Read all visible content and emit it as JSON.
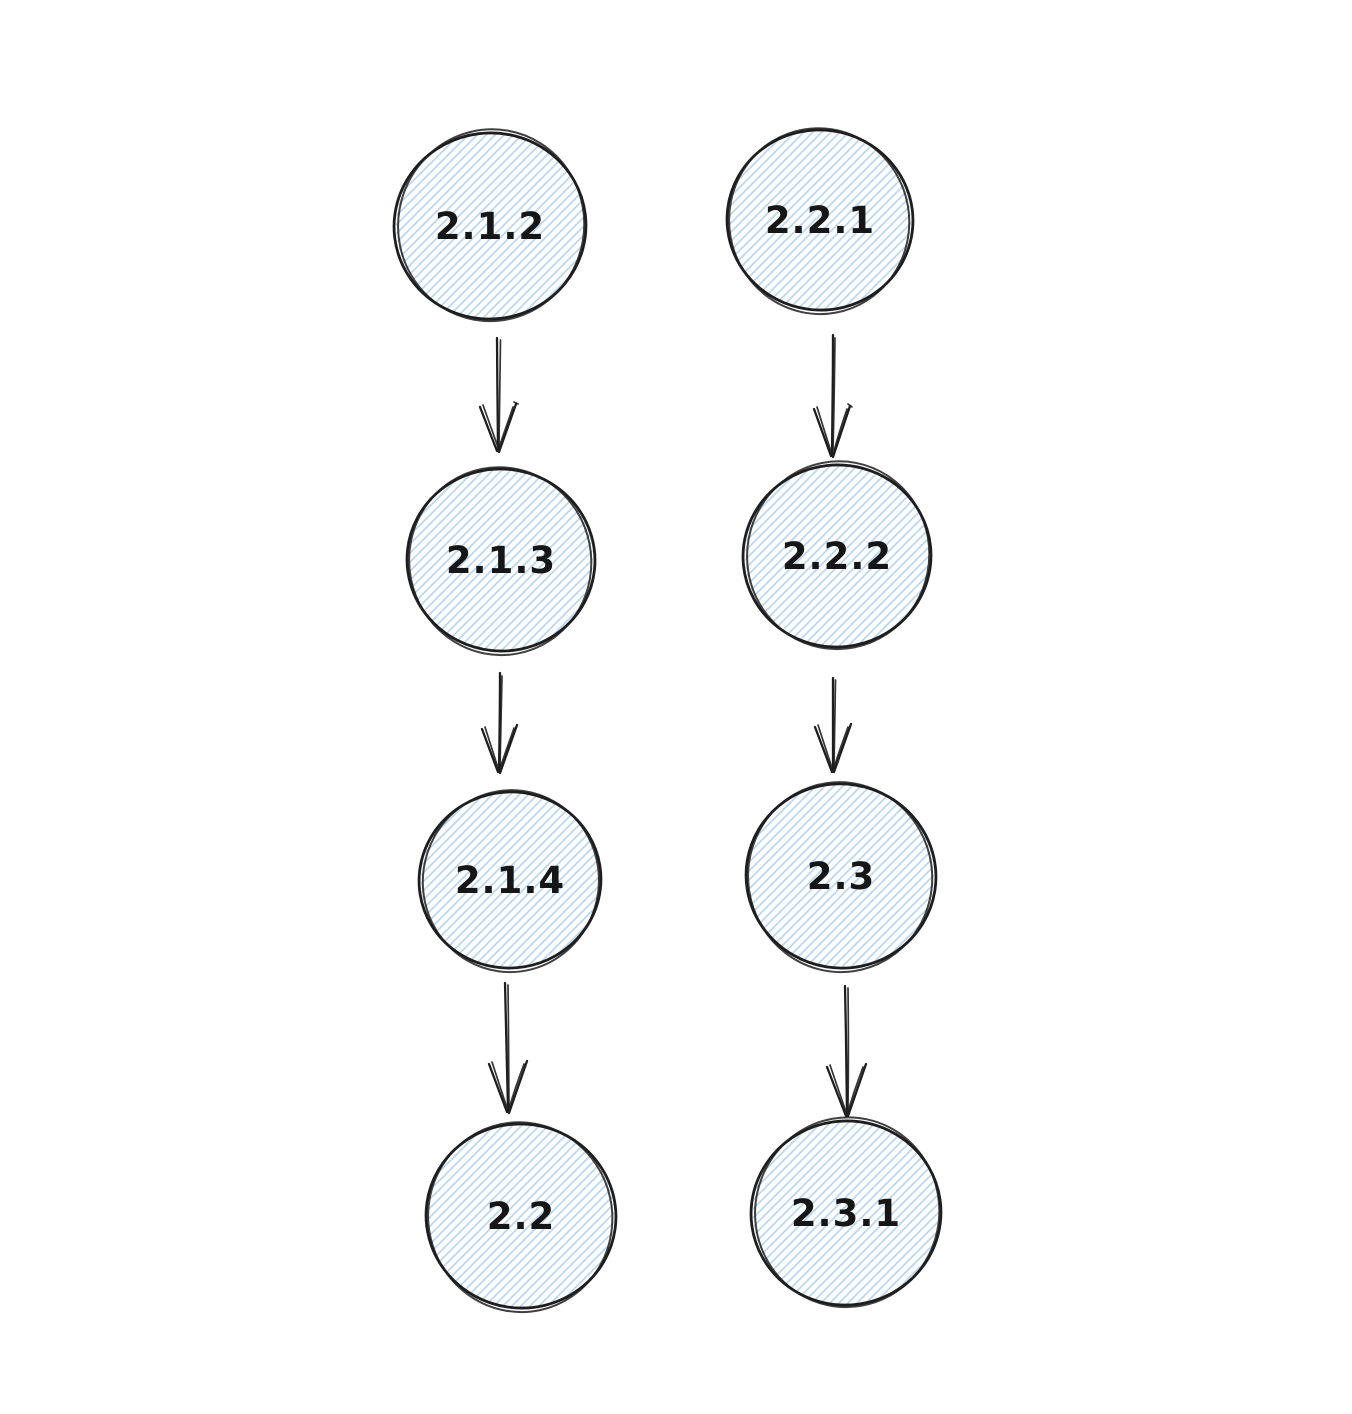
{
  "canvas": {
    "background_color": "#ffffff",
    "stroke_color": "#1e1e1e",
    "hachure_fill_color": "#b9d7f2",
    "text_color": "#161616",
    "node_shape": "circle",
    "fill_style": "hachure",
    "style": "hand-drawn-sketch"
  },
  "graph": {
    "type": "flow-diagram",
    "direction": "top-to-bottom",
    "chains": [
      {
        "name": "left-chain",
        "nodes": [
          "2.1.2",
          "2.1.3",
          "2.1.4",
          "2.2"
        ]
      },
      {
        "name": "right-chain",
        "nodes": [
          "2.2.1",
          "2.2.2",
          "2.3",
          "2.3.1"
        ]
      }
    ],
    "edges": [
      {
        "from": "2.1.2",
        "to": "2.1.3"
      },
      {
        "from": "2.1.3",
        "to": "2.1.4"
      },
      {
        "from": "2.1.4",
        "to": "2.2"
      },
      {
        "from": "2.2.1",
        "to": "2.2.2"
      },
      {
        "from": "2.2.2",
        "to": "2.3"
      },
      {
        "from": "2.3",
        "to": "2.3.1"
      }
    ]
  }
}
